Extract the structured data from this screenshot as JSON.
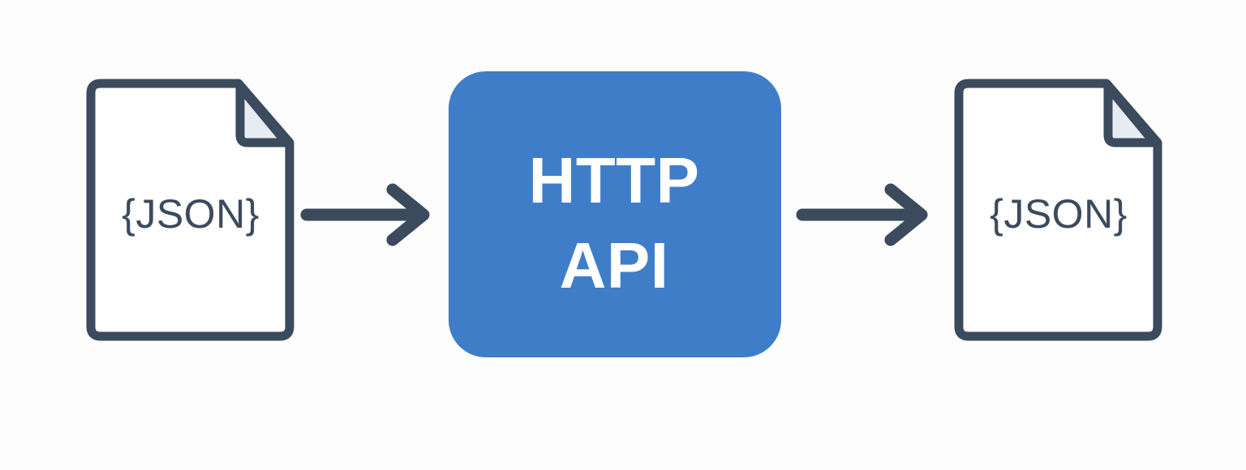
{
  "diagram": {
    "title": "JSON request to HTTP API to JSON response flow",
    "background_color": "#fdfdfd",
    "stroke_color": "#3b4a5c",
    "accent_color": "#3f7dc9",
    "fold_fill_color": "#e7ecf3",
    "paper_fill_color": "#ffffff",
    "label_text_color": "#3b4a5c",
    "api_text_color": "#ffffff"
  },
  "nodes": {
    "request_document": {
      "label": "{JSON}",
      "icon": "document-with-folded-corner",
      "role": "request payload"
    },
    "api_service": {
      "line1": "HTTP",
      "line2": "API",
      "icon": "rounded-rectangle-service",
      "role": "service"
    },
    "response_document": {
      "label": "{JSON}",
      "icon": "document-with-folded-corner",
      "role": "response payload"
    }
  },
  "connectors": [
    {
      "name": "request-arrow",
      "from": "request_document",
      "to": "api_service",
      "direction": "right",
      "style": "chevron-arrow"
    },
    {
      "name": "response-arrow",
      "from": "api_service",
      "to": "response_document",
      "direction": "right",
      "style": "chevron-arrow"
    }
  ]
}
